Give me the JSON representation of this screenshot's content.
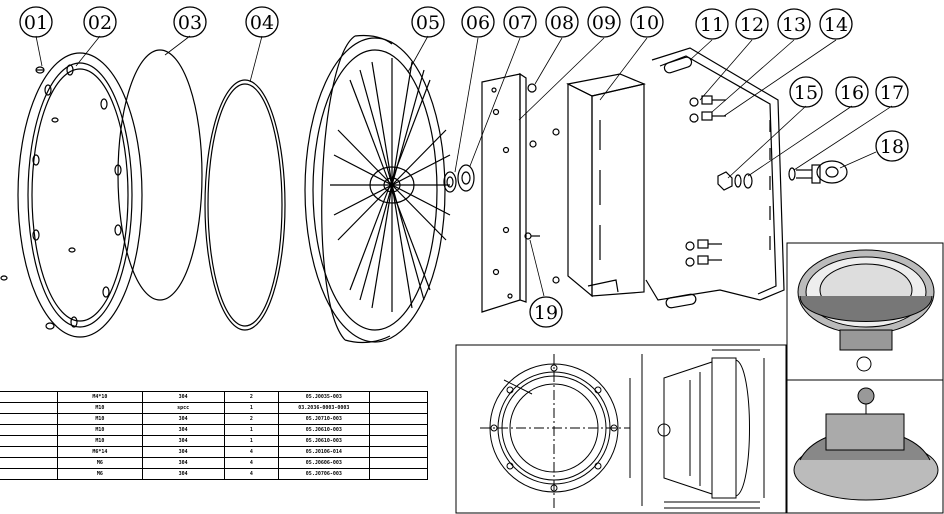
{
  "callouts": [
    {
      "label": "01"
    },
    {
      "label": "02"
    },
    {
      "label": "03"
    },
    {
      "label": "04"
    },
    {
      "label": "05"
    },
    {
      "label": "06"
    },
    {
      "label": "07"
    },
    {
      "label": "08"
    },
    {
      "label": "09"
    },
    {
      "label": "10"
    },
    {
      "label": "11"
    },
    {
      "label": "12"
    },
    {
      "label": "13"
    },
    {
      "label": "14"
    },
    {
      "label": "15"
    },
    {
      "label": "16"
    },
    {
      "label": "17"
    },
    {
      "label": "18"
    },
    {
      "label": "19"
    }
  ],
  "parts_table": {
    "rows": [
      [
        "",
        "M4*10",
        "304",
        "2",
        "05.J0035-003",
        ""
      ],
      [
        "",
        "M10",
        "spcc",
        "1",
        "03.2036-0003-0003",
        ""
      ],
      [
        "",
        "M10",
        "304",
        "2",
        "05.J0710-003",
        ""
      ],
      [
        "",
        "M10",
        "304",
        "1",
        "05.J0610-003",
        ""
      ],
      [
        "",
        "M10",
        "304",
        "1",
        "05.J0610-003",
        ""
      ],
      [
        "",
        "M6*14",
        "304",
        "4",
        "05.J0106-014",
        ""
      ],
      [
        "",
        "M6",
        "304",
        "4",
        "05.J0606-003",
        ""
      ],
      [
        "",
        "M6",
        "304",
        "4",
        "05.J0706-003",
        ""
      ]
    ]
  }
}
